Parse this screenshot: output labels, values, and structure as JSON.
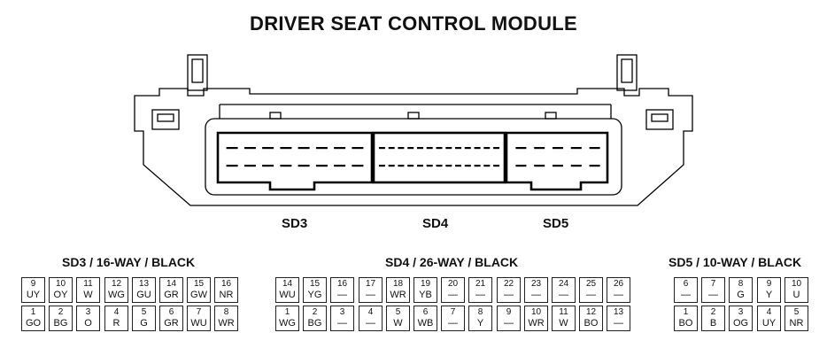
{
  "title": "DRIVER SEAT CONTROL MODULE",
  "port_labels": {
    "sd3": "SD3",
    "sd4": "SD4",
    "sd5": "SD5"
  },
  "connectors": [
    {
      "id": "sd3",
      "title": "SD3 / 16-WAY / BLACK",
      "top_row": [
        {
          "num": "9",
          "code": "UY"
        },
        {
          "num": "10",
          "code": "OY"
        },
        {
          "num": "11",
          "code": "W"
        },
        {
          "num": "12",
          "code": "WG"
        },
        {
          "num": "13",
          "code": "GU"
        },
        {
          "num": "14",
          "code": "GR"
        },
        {
          "num": "15",
          "code": "GW"
        },
        {
          "num": "16",
          "code": "NR"
        }
      ],
      "bottom_row": [
        {
          "num": "1",
          "code": "GO"
        },
        {
          "num": "2",
          "code": "BG"
        },
        {
          "num": "3",
          "code": "O"
        },
        {
          "num": "4",
          "code": "R"
        },
        {
          "num": "5",
          "code": "G"
        },
        {
          "num": "6",
          "code": "GR"
        },
        {
          "num": "7",
          "code": "WU"
        },
        {
          "num": "8",
          "code": "WR"
        }
      ]
    },
    {
      "id": "sd4",
      "title": "SD4 / 26-WAY / BLACK",
      "top_row": [
        {
          "num": "14",
          "code": "WU"
        },
        {
          "num": "15",
          "code": "YG"
        },
        {
          "num": "16",
          "code": "—"
        },
        {
          "num": "17",
          "code": "—"
        },
        {
          "num": "18",
          "code": "WR"
        },
        {
          "num": "19",
          "code": "YB"
        },
        {
          "num": "20",
          "code": "—"
        },
        {
          "num": "21",
          "code": "—"
        },
        {
          "num": "22",
          "code": "—"
        },
        {
          "num": "23",
          "code": "—"
        },
        {
          "num": "24",
          "code": "—"
        },
        {
          "num": "25",
          "code": "—"
        },
        {
          "num": "26",
          "code": "—"
        }
      ],
      "bottom_row": [
        {
          "num": "1",
          "code": "WG"
        },
        {
          "num": "2",
          "code": "BG"
        },
        {
          "num": "3",
          "code": "—"
        },
        {
          "num": "4",
          "code": "—"
        },
        {
          "num": "5",
          "code": "W"
        },
        {
          "num": "6",
          "code": "WB"
        },
        {
          "num": "7",
          "code": "—"
        },
        {
          "num": "8",
          "code": "Y"
        },
        {
          "num": "9",
          "code": "—"
        },
        {
          "num": "10",
          "code": "WR"
        },
        {
          "num": "11",
          "code": "W"
        },
        {
          "num": "12",
          "code": "BO"
        },
        {
          "num": "13",
          "code": "—"
        }
      ]
    },
    {
      "id": "sd5",
      "title": "SD5 / 10-WAY / BLACK",
      "top_row": [
        {
          "num": "6",
          "code": "—"
        },
        {
          "num": "7",
          "code": "—"
        },
        {
          "num": "8",
          "code": "G"
        },
        {
          "num": "9",
          "code": "Y"
        },
        {
          "num": "10",
          "code": "U"
        }
      ],
      "bottom_row": [
        {
          "num": "1",
          "code": "BO"
        },
        {
          "num": "2",
          "code": "B"
        },
        {
          "num": "3",
          "code": "OG"
        },
        {
          "num": "4",
          "code": "UY"
        },
        {
          "num": "5",
          "code": "NR"
        }
      ]
    }
  ]
}
